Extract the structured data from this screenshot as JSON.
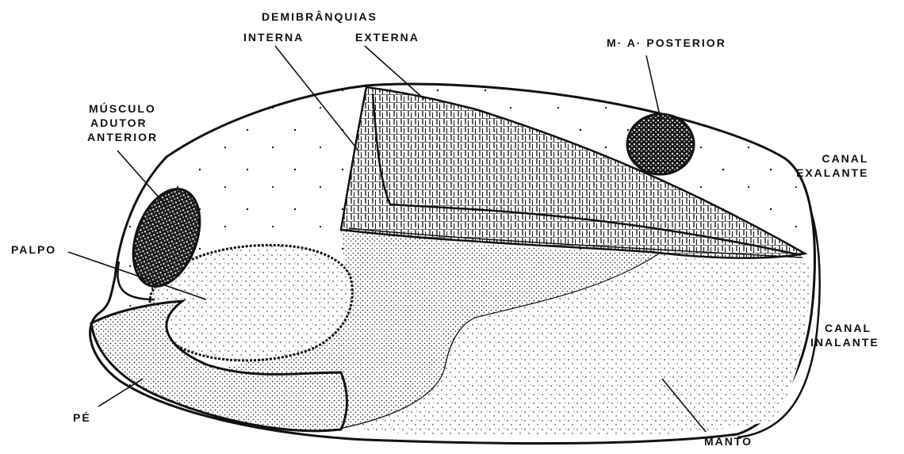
{
  "figure": {
    "ink_color": "#111111",
    "paper_color": "#ffffff",
    "labels": {
      "demibranquias": "DEMIBRÂNQUIAS",
      "interna": "INTERNA",
      "externa": "EXTERNA",
      "ma_posterior": "M· A· POSTERIOR",
      "musculo": [
        "MÚSCULO",
        "ADUTOR",
        "ANTERIOR"
      ],
      "canal_exalante": [
        "CANAL",
        "EXALANTE"
      ],
      "palpo": "PALPO",
      "canal_inalante": [
        "CANAL",
        "INALANTE"
      ],
      "pe": "PÉ",
      "manto": "MANTO"
    }
  }
}
